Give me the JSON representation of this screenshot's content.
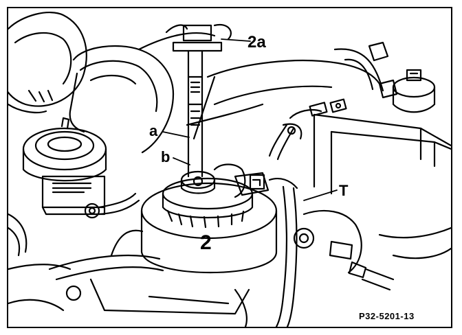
{
  "labels": {
    "part_2a": "2a",
    "part_a": "a",
    "part_b": "b",
    "part_T": "T",
    "part_2": "2"
  },
  "figure_id": "P32-5201-13",
  "colors": {
    "ink": "#000000",
    "paper": "#ffffff"
  }
}
